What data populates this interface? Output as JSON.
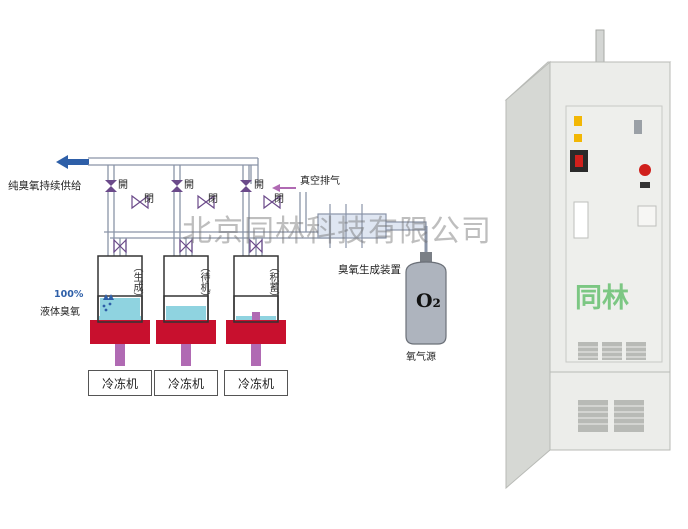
{
  "diagram": {
    "labels": {
      "supply": "纯臭氧持续供给",
      "open": "開",
      "closed": "閉",
      "vacuum": "真空排气",
      "generator": "臭氧生成装置",
      "oxygen_source": "氧气源",
      "o2": "O₂",
      "liquid_pct": "100%",
      "liquid_ozone": "液体臭氧"
    },
    "columns": [
      {
        "state": "（生成）",
        "chiller": "冷冻机"
      },
      {
        "state": "（待机）",
        "chiller": "冷冻机"
      },
      {
        "state": "（积蓄）",
        "chiller": "冷冻机"
      }
    ],
    "colors": {
      "pipe": "#8a94a8",
      "arrow_blue": "#2e5fa8",
      "valve": "#6b4a8a",
      "base_red": "#c8102e",
      "stem_purple": "#b06ab3",
      "liquid": "#8fd3e0",
      "cabinet": "#e9ebe7"
    }
  },
  "watermark": "北京同林科技有限公司",
  "cabinet": {
    "brand": "同林"
  }
}
